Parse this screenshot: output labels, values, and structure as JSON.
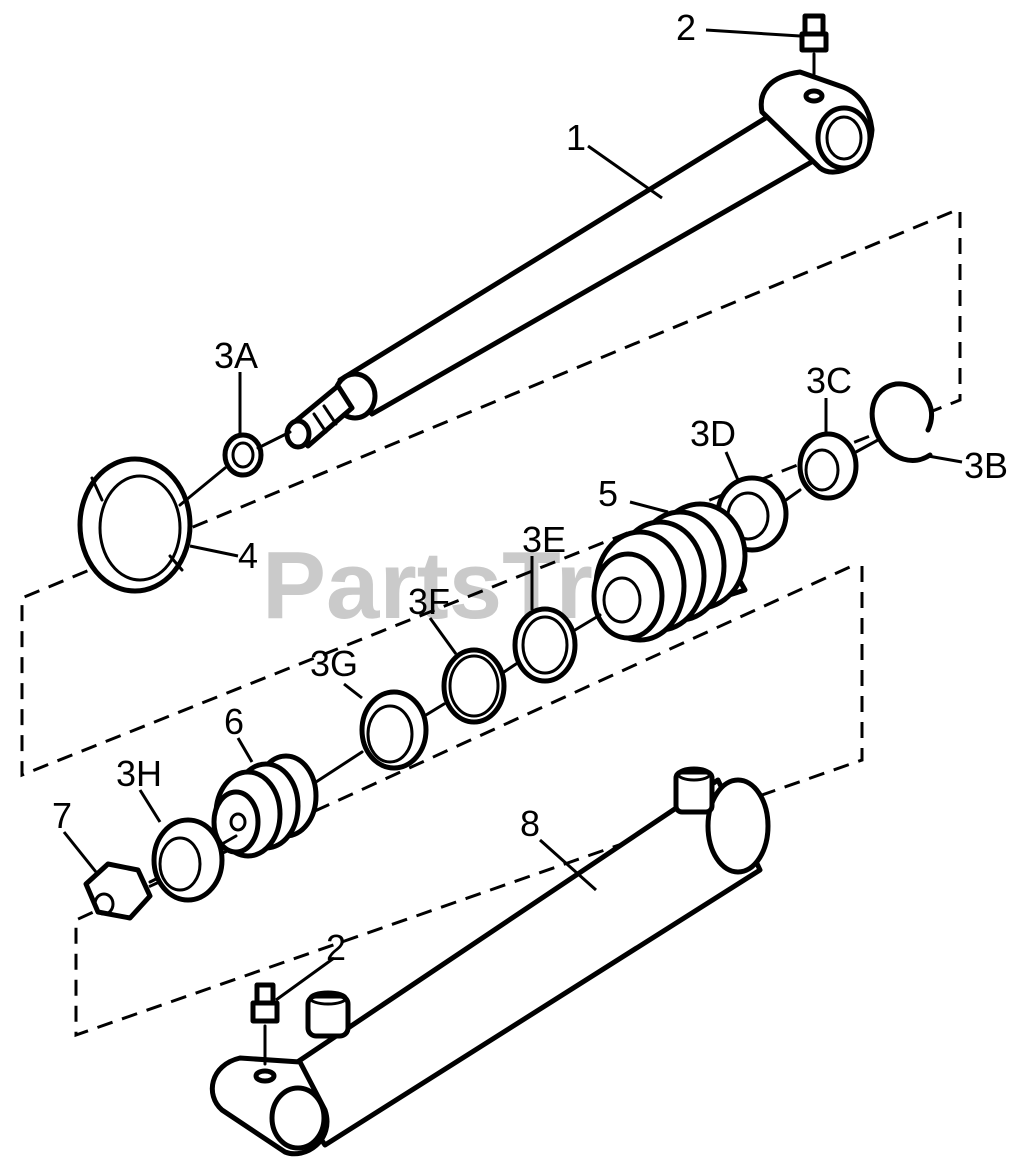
{
  "watermark": "PartsTree",
  "callouts": {
    "c1": "1",
    "c2_top": "2",
    "c2_bottom": "2",
    "c3A": "3A",
    "c3B": "3B",
    "c3C": "3C",
    "c3D": "3D",
    "c3E": "3E",
    "c3F": "3F",
    "c3G": "3G",
    "c3H": "3H",
    "c4": "4",
    "c5": "5",
    "c6": "6",
    "c7": "7",
    "c8": "8"
  }
}
